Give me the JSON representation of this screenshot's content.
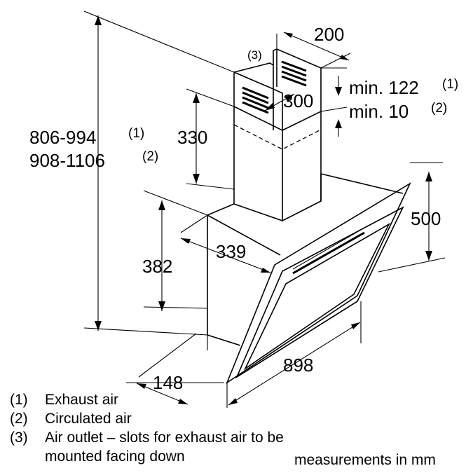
{
  "dimensions": {
    "height_total": "806-994",
    "height_total_note": "(1)",
    "height_total_alt": "908-1106",
    "height_total_alt_note": "(2)",
    "chimney_width": "200",
    "chimney_depth": "300",
    "chimney_height": "330",
    "min_exhaust": "min. 122",
    "min_exhaust_note": "(1)",
    "min_circulated": "min. 10",
    "min_circulated_note": "(2)",
    "outlet_marker": "(3)",
    "body_height": "382",
    "body_depth": "339",
    "glass_height": "500",
    "glass_width": "898",
    "wall_offset": "148"
  },
  "legend": {
    "item1_num": "(1)",
    "item1_text": "Exhaust air",
    "item2_num": "(2)",
    "item2_text": "Circulated air",
    "item3_num": "(3)",
    "item3_text_line1": "Air outlet – slots for exhaust air to be",
    "item3_text_line2": "mounted facing down"
  },
  "units_note": "measurements in mm"
}
